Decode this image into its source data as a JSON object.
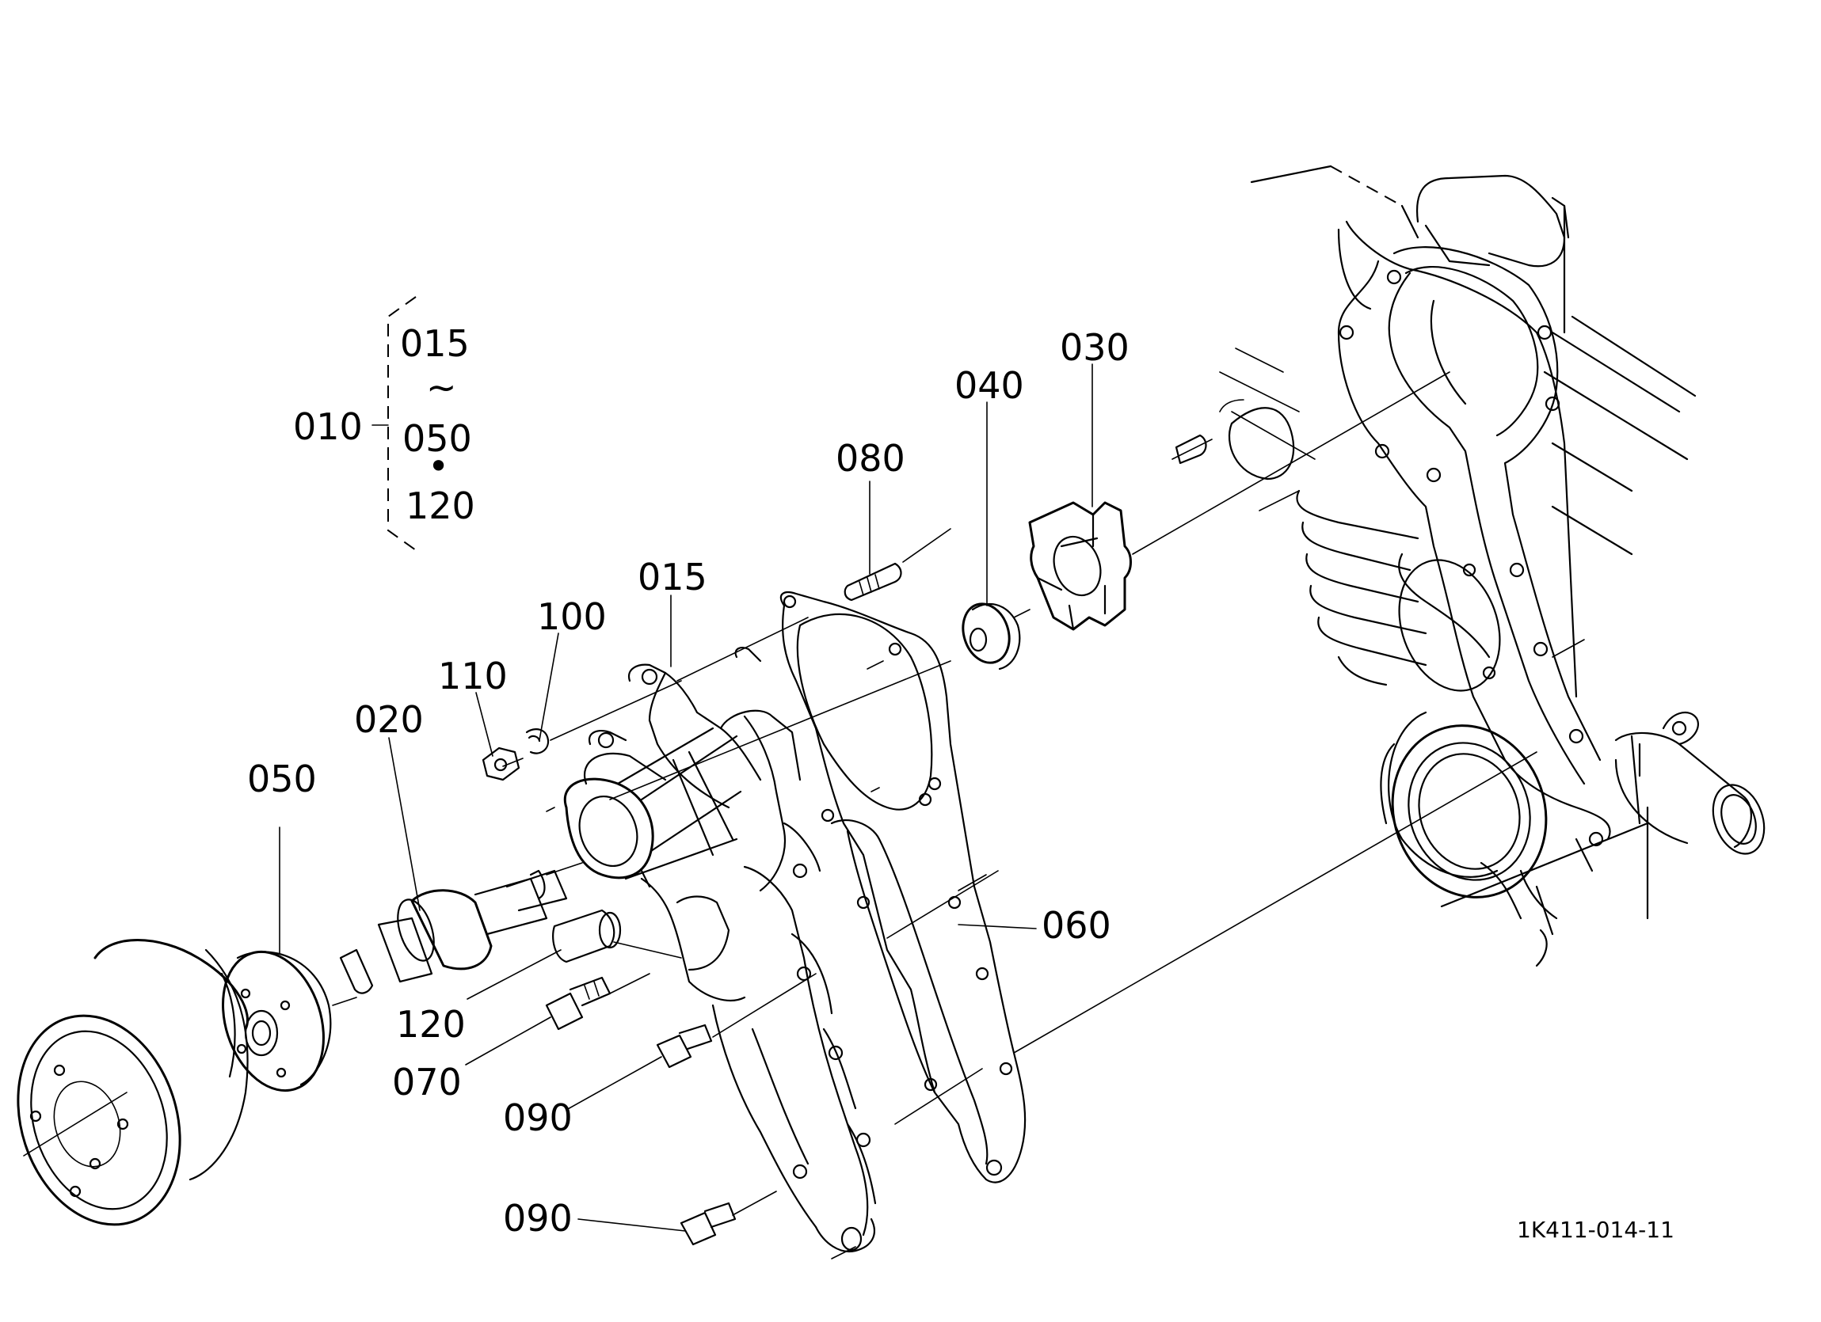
{
  "labels": {
    "p010": "010",
    "p015_group": "015",
    "tilde": "~",
    "p050_group": "050",
    "bullet": "•",
    "p120_group": "120",
    "p030": "030",
    "p040": "040",
    "p080": "080",
    "p015": "015",
    "p100": "100",
    "p110": "110",
    "p020": "020",
    "p050": "050",
    "p060": "060",
    "p120": "120",
    "p070": "070",
    "p090_upper": "090",
    "p090_lower": "090"
  },
  "reference_code": "1K411-014-11"
}
